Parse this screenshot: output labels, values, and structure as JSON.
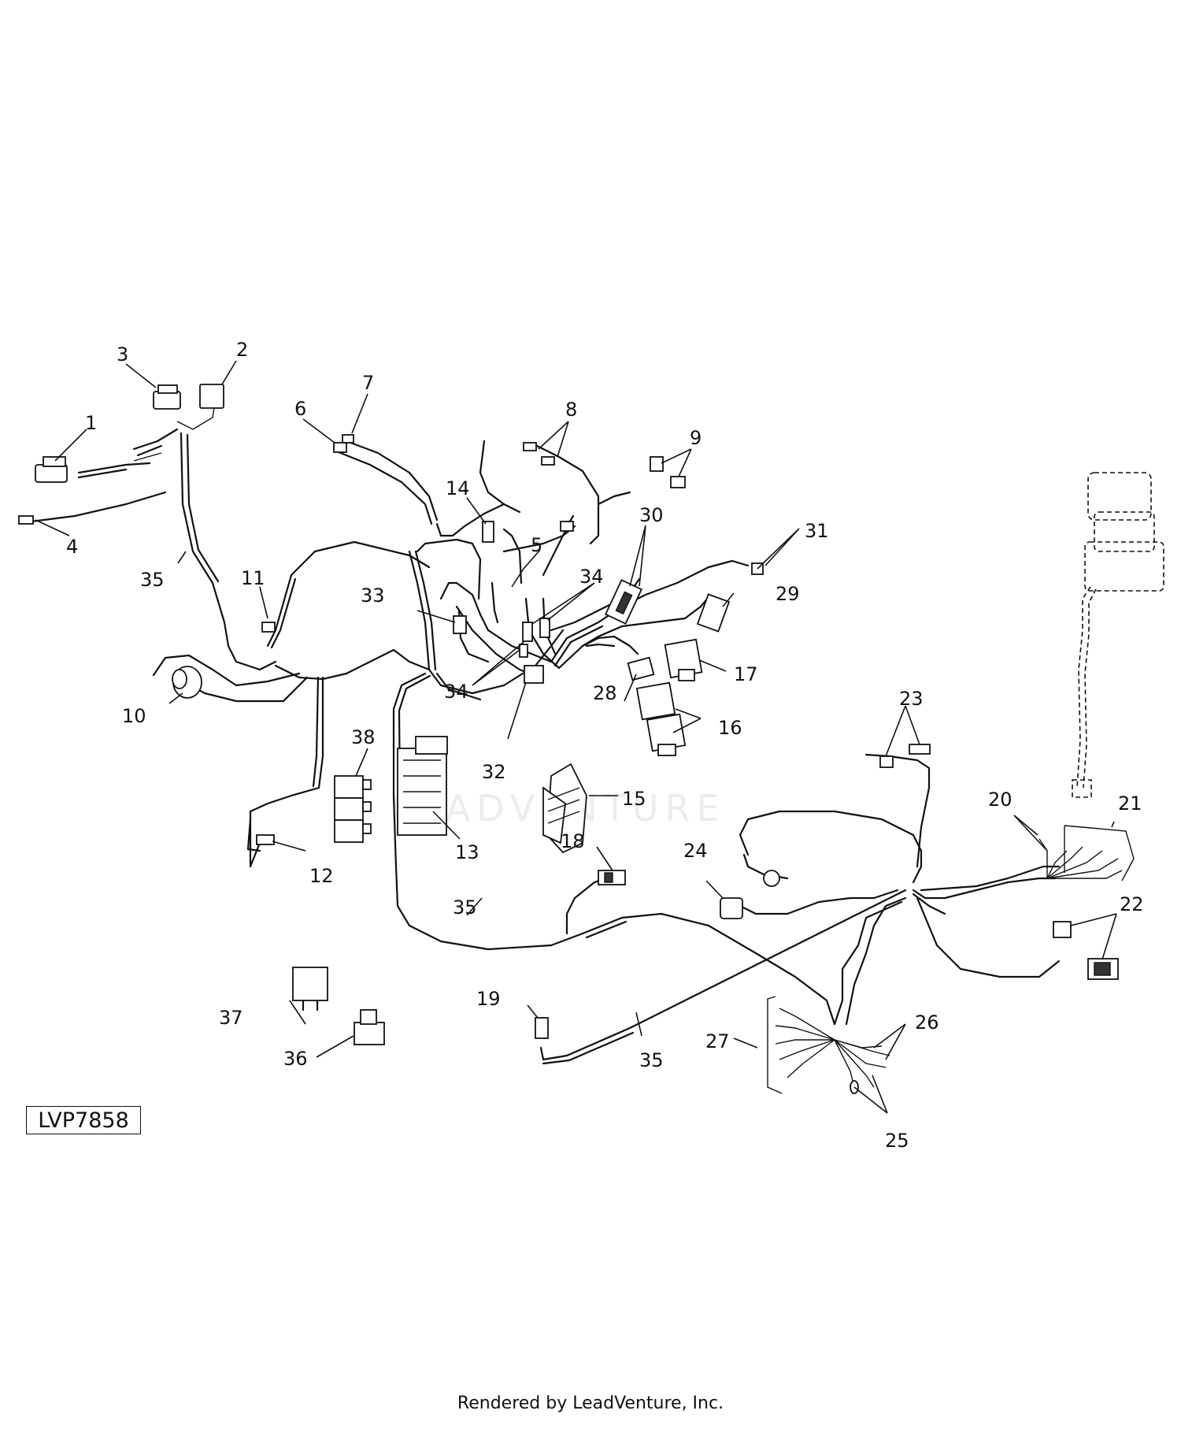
{
  "diagram_code": "LVP7858",
  "footer_text": "Rendered by LeadVenture, Inc.",
  "watermark_text": "LEADVENTURE",
  "callouts": [
    {
      "id": "c1",
      "label": "1"
    },
    {
      "id": "c2",
      "label": "2"
    },
    {
      "id": "c3",
      "label": "3"
    },
    {
      "id": "c4",
      "label": "4"
    },
    {
      "id": "c5",
      "label": "5"
    },
    {
      "id": "c6",
      "label": "6"
    },
    {
      "id": "c7",
      "label": "7"
    },
    {
      "id": "c8",
      "label": "8"
    },
    {
      "id": "c9",
      "label": "9"
    },
    {
      "id": "c10",
      "label": "10"
    },
    {
      "id": "c11",
      "label": "11"
    },
    {
      "id": "c12",
      "label": "12"
    },
    {
      "id": "c13",
      "label": "13"
    },
    {
      "id": "c14",
      "label": "14"
    },
    {
      "id": "c15",
      "label": "15"
    },
    {
      "id": "c16",
      "label": "16"
    },
    {
      "id": "c17",
      "label": "17"
    },
    {
      "id": "c18",
      "label": "18"
    },
    {
      "id": "c19",
      "label": "19"
    },
    {
      "id": "c20",
      "label": "20"
    },
    {
      "id": "c21",
      "label": "21"
    },
    {
      "id": "c22",
      "label": "22"
    },
    {
      "id": "c23",
      "label": "23"
    },
    {
      "id": "c24",
      "label": "24"
    },
    {
      "id": "c25",
      "label": "25"
    },
    {
      "id": "c26",
      "label": "26"
    },
    {
      "id": "c27",
      "label": "27"
    },
    {
      "id": "c28",
      "label": "28"
    },
    {
      "id": "c29",
      "label": "29"
    },
    {
      "id": "c30",
      "label": "30"
    },
    {
      "id": "c31",
      "label": "31"
    },
    {
      "id": "c32",
      "label": "32"
    },
    {
      "id": "c33",
      "label": "33"
    },
    {
      "id": "c34a",
      "label": "34"
    },
    {
      "id": "c34b",
      "label": "34"
    },
    {
      "id": "c35a",
      "label": "35"
    },
    {
      "id": "c35b",
      "label": "35"
    },
    {
      "id": "c35c",
      "label": "35"
    },
    {
      "id": "c36",
      "label": "36"
    },
    {
      "id": "c37",
      "label": "37"
    },
    {
      "id": "c38",
      "label": "38"
    }
  ]
}
